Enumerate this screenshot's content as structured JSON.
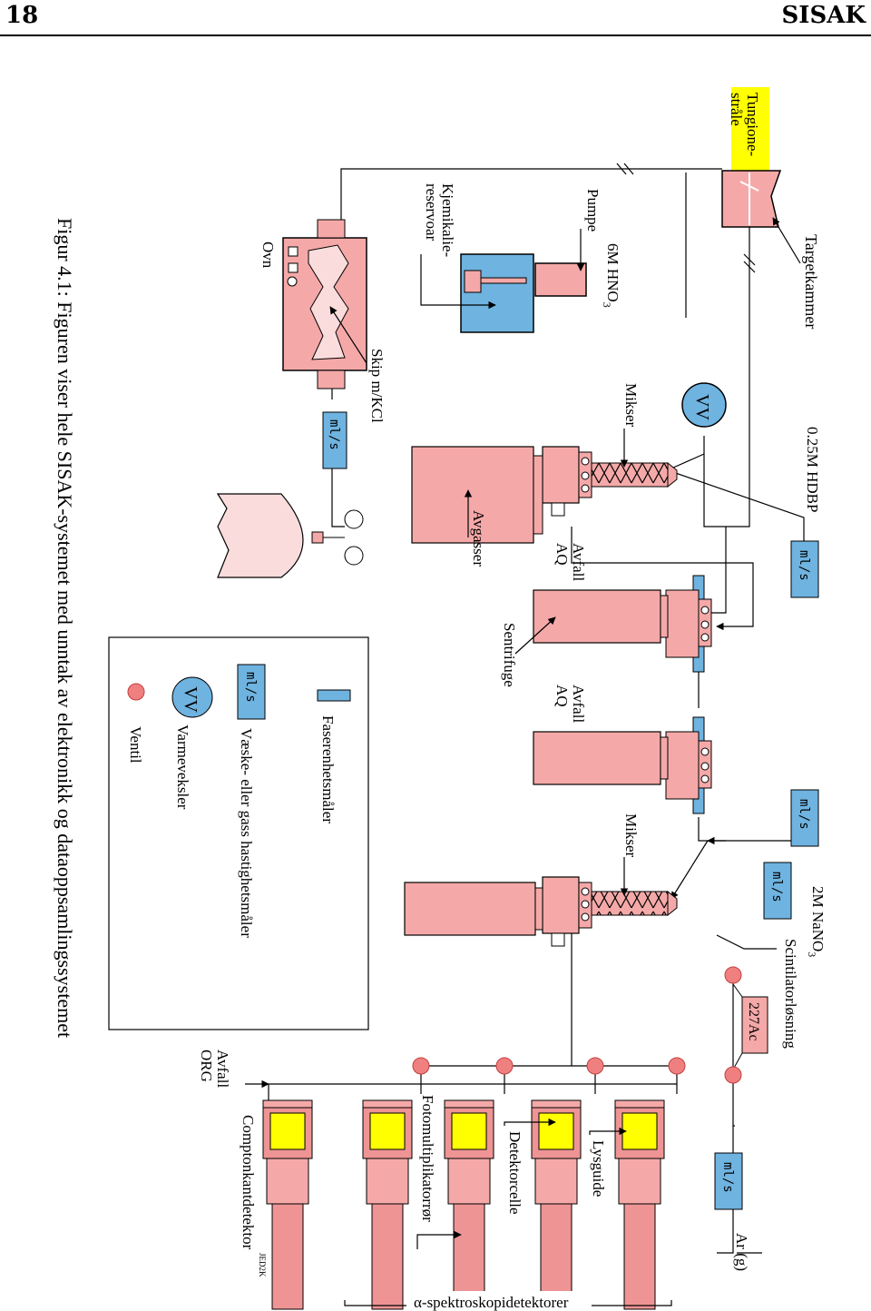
{
  "header": {
    "page_number": "18",
    "title": "SISAK"
  },
  "caption": "Figur 4.1: Figuren viser hele SISAK-systemet med unntak av elektronikk og dataoppsamlingssystemet",
  "labels": {
    "tungione_1": "Tungione-",
    "tungione_2": "stråle",
    "targetkammer": "Targetkammer",
    "pumpe": "Pumpe",
    "kjemikalie_1": "Kjemikalie-",
    "kjemikalie_2": "reservoar",
    "hno3": "6M HNO",
    "hno3_sub": "3",
    "ovn": "Ovn",
    "skip": "Skip m/KCl",
    "mikser_1": "Mikser",
    "mikser_2": "Mikser",
    "hdbp": "0.25M HDBP",
    "avgasser": "Avgasser",
    "avfall_1a": "Avfall",
    "avfall_1b": "AQ",
    "avfall_2a": "Avfall",
    "avfall_2b": "AQ",
    "sentrifuge": "Sentrifuge",
    "nano3": "2M NaNO",
    "nano3_sub": "3",
    "scintilator": "Scintilatorløsning",
    "ac227": "227Ac",
    "ar": "Ar (g)",
    "avfall_org_1": "Avfall",
    "avfall_org_2": "ORG",
    "lysguide": "Lysguide",
    "detektorcelle": "Detektorcelle",
    "fotomultiplikator": "Fotomultiplikatorrør",
    "compton": "Comptonkantdetektor",
    "alpha": "α-spektroskopidetektorer",
    "jed": "JED2K",
    "vv": "VV",
    "flow": "ml/s"
  },
  "legend": {
    "faser": "Faserenhetsmåler",
    "flow": "Væske- eller gass hastighetsmåler",
    "vv": "Varmeveksler",
    "ventil": "Ventil"
  },
  "colors": {
    "pink": "#f4a9a8",
    "pink_dark": "#ee9495",
    "pink_light": "#fbdcdc",
    "blue": "#6fb3e0",
    "yellow": "#ffff00",
    "red_valve": "#f08080"
  }
}
